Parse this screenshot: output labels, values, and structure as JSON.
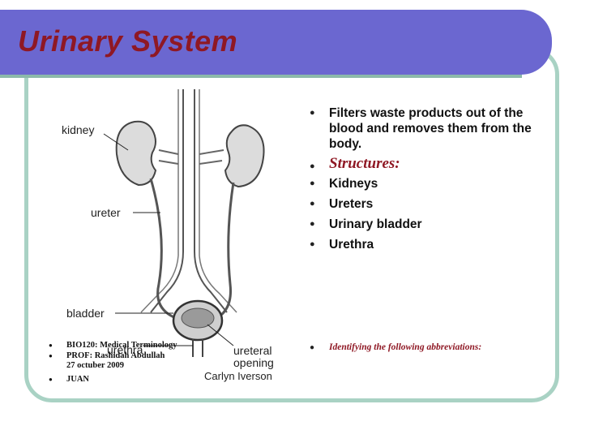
{
  "slide": {
    "title": "Urinary System"
  },
  "illustration": {
    "labels": {
      "kidney": "kidney",
      "ureter": "ureter",
      "bladder": "bladder",
      "urethra": "urethra",
      "ureteral_opening_line1": "ureteral",
      "ureteral_opening_line2": "opening",
      "artist": "Carlyn Iverson"
    }
  },
  "bullets": [
    "Filters waste products out of the blood and removes them from the body.",
    "Structures:",
    "Kidneys",
    "Ureters",
    "Urinary bladder",
    "Urethra"
  ],
  "abbreviations_prompt": "Identifying the following abbreviations:",
  "credits": {
    "course": "BIO120: Medical Terminology",
    "professor": "PROF: Rashidah Abdullah",
    "date": "27 octuber 2009",
    "student": "JUAN"
  },
  "colors": {
    "title_bar": "#6b67d0",
    "title_text": "#8f1824",
    "frame_border": "#a9d2c4"
  }
}
